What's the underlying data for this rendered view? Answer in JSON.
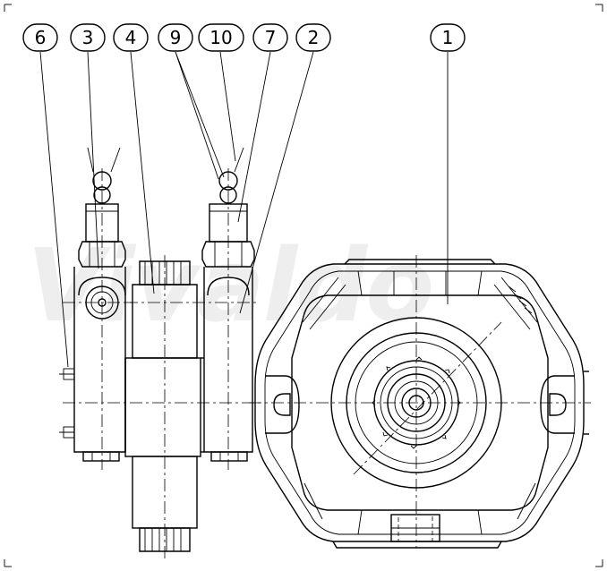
{
  "drawing": {
    "watermark": "Vivaldo",
    "callouts": [
      {
        "id": "c6",
        "label": "6"
      },
      {
        "id": "c3",
        "label": "3"
      },
      {
        "id": "c4",
        "label": "4"
      },
      {
        "id": "c9",
        "label": "9"
      },
      {
        "id": "c10",
        "label": "10"
      },
      {
        "id": "c7",
        "label": "7"
      },
      {
        "id": "c2",
        "label": "2"
      },
      {
        "id": "c1",
        "label": "1"
      }
    ]
  }
}
